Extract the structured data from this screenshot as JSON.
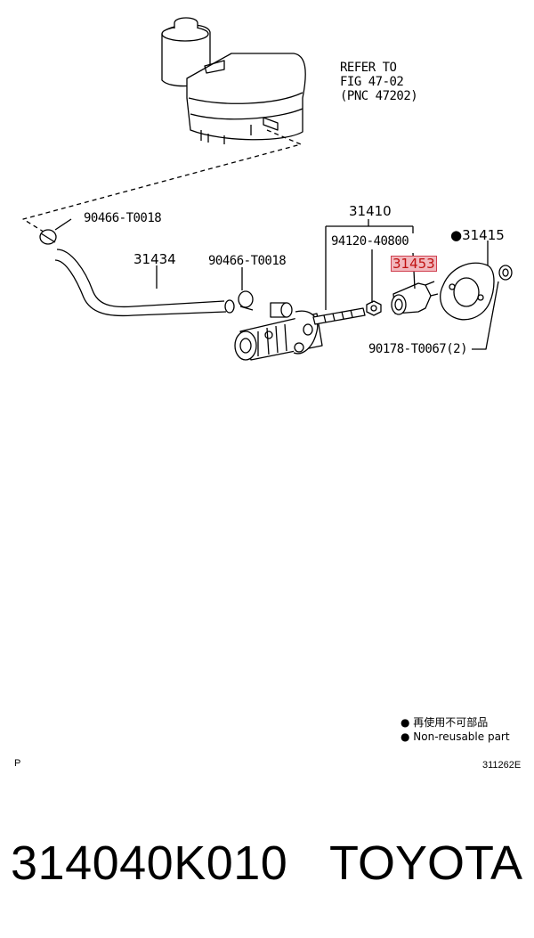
{
  "diagram": {
    "reference_text": [
      "REFER TO",
      "FIG 47-02",
      "(PNC 47202)"
    ],
    "labels": {
      "clip_top": "90466-T0018",
      "hose": "31434",
      "clip_mid": "90466-T0018",
      "cylinder_assy": "31410",
      "nut": "94120-40800",
      "boot_highlighted": "31453",
      "gasket": "●31415",
      "nut_bottom": "90178-T0067(2)"
    }
  },
  "legend": {
    "line1": "● 再使用不可部品",
    "line2": "● Non-reusable part"
  },
  "corner_left": "P",
  "corner_right": "311262E",
  "footer": {
    "part_number": "314040K010",
    "brand": "TOYOTA"
  }
}
